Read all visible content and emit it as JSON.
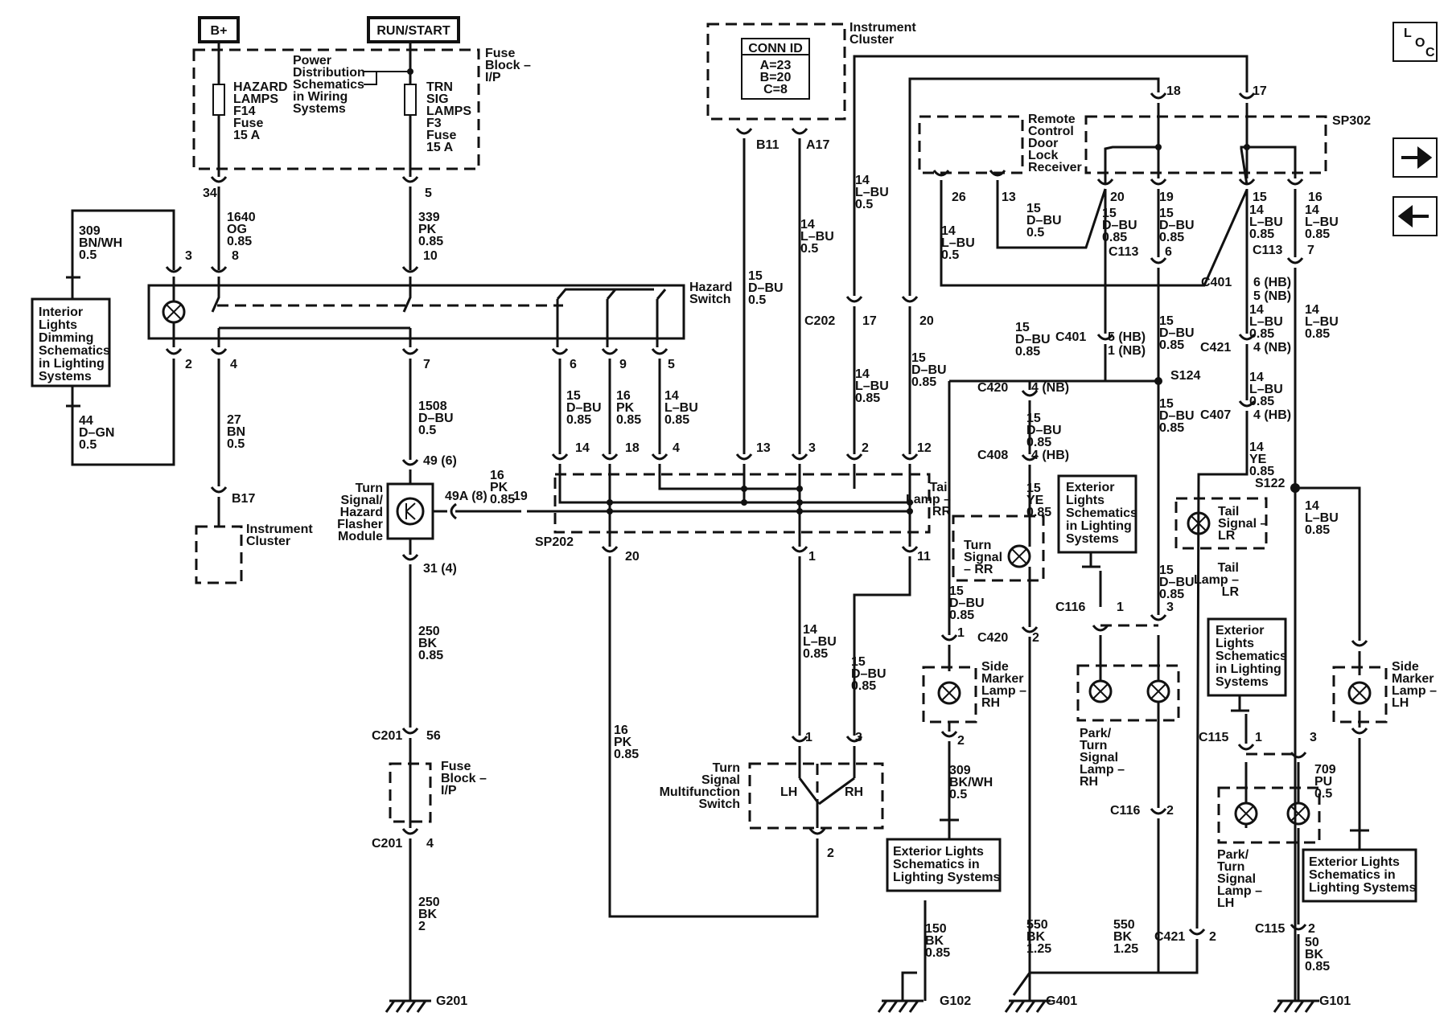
{
  "power": {
    "bplus": "B+",
    "run_start": "RUN/START"
  },
  "fuse_block": {
    "title": [
      "Fuse",
      "Block –",
      "I/P"
    ],
    "hazard_fuse": [
      "HAZARD",
      "LAMPS",
      "F14",
      "Fuse",
      "15 A"
    ],
    "trn_fuse": [
      "TRN",
      "SIG",
      "LAMPS",
      "F3",
      "Fuse",
      "15 A"
    ],
    "power_dist": [
      "Power",
      "Distribution",
      "Schematics",
      "in Wiring",
      "Systems"
    ]
  },
  "instrument_cluster_top": {
    "title": [
      "Instrument",
      "Cluster"
    ],
    "conn_id": "CONN ID",
    "conn_lines": [
      "A=23",
      "B=20",
      "C=8"
    ]
  },
  "loc_icon": {
    "l": "L",
    "o": "O",
    "c": "C"
  },
  "interior_dimming": [
    "Interior",
    "Lights",
    "Dimming",
    "Schematics",
    "in Lighting",
    "Systems"
  ],
  "hazard_switch": [
    "Hazard",
    "Switch"
  ],
  "flasher": [
    "Turn",
    "Signal/",
    "Hazard",
    "Flasher",
    "Module"
  ],
  "instrument_cluster_b17": [
    "Instrument",
    "Cluster"
  ],
  "fuse_block_lower": [
    "Fuse",
    "Block –",
    "I/P"
  ],
  "turn_multifunction": {
    "title": [
      "Turn",
      "Signal",
      "Multifunction",
      "Switch"
    ],
    "lh": "LH",
    "rh": "RH"
  },
  "remote_receiver": [
    "Remote",
    "Control",
    "Door",
    "Lock",
    "Receiver"
  ],
  "sp302": "SP302",
  "tail_lamp_rr": [
    "Tail",
    "Lamp –",
    "RR"
  ],
  "turn_signal_rr": [
    "Turn",
    "Signal",
    "– RR"
  ],
  "exterior_ref": [
    "Exterior",
    "Lights",
    "Schematics",
    "in Lighting",
    "Systems"
  ],
  "tail_signal_lr": [
    "Tail",
    "Signal –",
    "LR"
  ],
  "tail_lamp_lr": [
    "Tail",
    "Lamp –",
    "LR"
  ],
  "exterior_ref_lh": [
    "Exterior",
    "Lights",
    "Schematics",
    "in Lighting",
    "Systems"
  ],
  "side_marker_rh": [
    "Side",
    "Marker",
    "Lamp –",
    "RH"
  ],
  "side_marker_lh": [
    "Side",
    "Marker",
    "Lamp –",
    "LH"
  ],
  "park_turn_rh": [
    "Park/",
    "Turn",
    "Signal",
    "Lamp –",
    "RH"
  ],
  "park_turn_lh": [
    "Park/",
    "Turn",
    "Signal",
    "Lamp –",
    "LH"
  ],
  "ext_box_bottom_rh": [
    "Exterior Lights",
    "Schematics in",
    "Lighting Systems"
  ],
  "ext_box_bottom_lh": [
    "Exterior Lights",
    "Schematics in",
    "Lighting Systems"
  ],
  "grounds": {
    "g201": "G201",
    "g102": "G102",
    "g401": "G401",
    "g101": "G101"
  },
  "splices": {
    "sp202": "SP202",
    "s124": "S124",
    "s122": "S122"
  },
  "labels": [
    [
      "34",
      252,
      245
    ],
    [
      "5",
      528,
      245
    ],
    [
      "1640",
      282,
      275
    ],
    [
      "OG",
      282,
      290
    ],
    [
      "0.85",
      282,
      305
    ],
    [
      "339",
      520,
      275
    ],
    [
      "PK",
      520,
      290
    ],
    [
      "0.85",
      520,
      305
    ],
    [
      "8",
      288,
      323
    ],
    [
      "10",
      526,
      323
    ],
    [
      "3",
      230,
      323
    ],
    [
      "309",
      98,
      292
    ],
    [
      "BN/WH",
      98,
      307
    ],
    [
      "0.5",
      98,
      322
    ],
    [
      "2",
      230,
      458
    ],
    [
      "4",
      286,
      458
    ],
    [
      "7",
      526,
      458
    ],
    [
      "44",
      98,
      528
    ],
    [
      "D–GN",
      98,
      543
    ],
    [
      "0.5",
      98,
      558
    ],
    [
      "27",
      282,
      527
    ],
    [
      "BN",
      282,
      542
    ],
    [
      "0.5",
      282,
      557
    ],
    [
      "1508",
      520,
      510
    ],
    [
      "D–BU",
      520,
      525
    ],
    [
      "0.5",
      520,
      540
    ],
    [
      "49 (6)",
      526,
      578
    ],
    [
      "B17",
      288,
      625
    ],
    [
      "49A (8)",
      553,
      622
    ],
    [
      "16",
      609,
      596
    ],
    [
      "PK",
      609,
      611
    ],
    [
      "0.85",
      609,
      626
    ],
    [
      "19",
      638,
      622
    ],
    [
      "31 (4)",
      526,
      712
    ],
    [
      "250",
      520,
      790
    ],
    [
      "BK",
      520,
      805
    ],
    [
      "0.85",
      520,
      820
    ],
    [
      "C201",
      462,
      920
    ],
    [
      "56",
      530,
      920
    ],
    [
      "C201",
      462,
      1054
    ],
    [
      "4",
      530,
      1054
    ],
    [
      "250",
      520,
      1127
    ],
    [
      "BK",
      520,
      1142
    ],
    [
      "2",
      520,
      1157
    ],
    [
      "6",
      708,
      458
    ],
    [
      "9",
      770,
      458
    ],
    [
      "5",
      830,
      458
    ],
    [
      "15",
      704,
      497
    ],
    [
      "D–BU",
      704,
      512
    ],
    [
      "0.85",
      704,
      527
    ],
    [
      "16",
      766,
      497
    ],
    [
      "PK",
      766,
      512
    ],
    [
      "0.85",
      766,
      527
    ],
    [
      "14",
      826,
      497
    ],
    [
      "L–BU",
      826,
      512
    ],
    [
      "0.85",
      826,
      527
    ],
    [
      "14",
      715,
      562
    ],
    [
      "18",
      777,
      562
    ],
    [
      "4",
      836,
      562
    ],
    [
      "13",
      940,
      562
    ],
    [
      "3",
      1005,
      562
    ],
    [
      "2",
      1071,
      562
    ],
    [
      "12",
      1140,
      562
    ],
    [
      "20",
      777,
      697
    ],
    [
      "1",
      1005,
      697
    ],
    [
      "11",
      1140,
      697
    ],
    [
      "SP202",
      665,
      679
    ],
    [
      "B11",
      940,
      185
    ],
    [
      "A17",
      1002,
      185
    ],
    [
      "15",
      930,
      348
    ],
    [
      "D–BU",
      930,
      363
    ],
    [
      "0.5",
      930,
      378
    ],
    [
      "14",
      995,
      284
    ],
    [
      "L–BU",
      995,
      299
    ],
    [
      "0.5",
      995,
      314
    ],
    [
      "14",
      1063,
      229
    ],
    [
      "L–BU",
      1063,
      244
    ],
    [
      "0.5",
      1063,
      259
    ],
    [
      "C202",
      1000,
      404
    ],
    [
      "17",
      1072,
      404
    ],
    [
      "20",
      1143,
      404
    ],
    [
      "15",
      1133,
      450
    ],
    [
      "D–BU",
      1133,
      465
    ],
    [
      "0.85",
      1133,
      480
    ],
    [
      "14",
      1063,
      470
    ],
    [
      "L–BU",
      1063,
      485
    ],
    [
      "0.85",
      1063,
      500
    ],
    [
      "14",
      998,
      788
    ],
    [
      "L–BU",
      998,
      803
    ],
    [
      "0.85",
      998,
      818
    ],
    [
      "15",
      1058,
      828
    ],
    [
      "D–BU",
      1058,
      843
    ],
    [
      "0.85",
      1058,
      858
    ],
    [
      "16",
      763,
      913
    ],
    [
      "PK",
      763,
      928
    ],
    [
      "0.85",
      763,
      943
    ],
    [
      "1",
      1001,
      922
    ],
    [
      "3",
      1063,
      922
    ],
    [
      "2",
      1028,
      1066
    ],
    [
      "18",
      1450,
      118
    ],
    [
      "17",
      1557,
      118
    ],
    [
      "26",
      1183,
      250
    ],
    [
      "13",
      1245,
      250
    ],
    [
      "20",
      1380,
      250
    ],
    [
      "19",
      1441,
      250
    ],
    [
      "15",
      1557,
      250
    ],
    [
      "16",
      1626,
      250
    ],
    [
      "15",
      1276,
      264
    ],
    [
      "D–BU",
      1276,
      279
    ],
    [
      "0.5",
      1276,
      294
    ],
    [
      "14",
      1170,
      292
    ],
    [
      "L–BU",
      1170,
      307
    ],
    [
      "0.5",
      1170,
      322
    ],
    [
      "15",
      1370,
      270
    ],
    [
      "D–BU",
      1370,
      285
    ],
    [
      "0.85",
      1370,
      300
    ],
    [
      "15",
      1441,
      270
    ],
    [
      "D–BU",
      1441,
      285
    ],
    [
      "0.85",
      1441,
      300
    ],
    [
      "14",
      1553,
      266
    ],
    [
      "L–BU",
      1553,
      281
    ],
    [
      "0.85",
      1553,
      296
    ],
    [
      "14",
      1622,
      266
    ],
    [
      "L–BU",
      1622,
      281
    ],
    [
      "0.85",
      1622,
      296
    ],
    [
      "C113",
      1378,
      318
    ],
    [
      "6",
      1448,
      318
    ],
    [
      "C113",
      1557,
      316
    ],
    [
      "7",
      1625,
      316
    ],
    [
      "C401",
      1493,
      356
    ],
    [
      "6 (HB)",
      1558,
      356
    ],
    [
      "5 (NB)",
      1558,
      373
    ],
    [
      "15",
      1262,
      412
    ],
    [
      "D–BU",
      1262,
      427
    ],
    [
      "0.85",
      1262,
      442
    ],
    [
      "C401",
      1312,
      424
    ],
    [
      "5 (HB)",
      1377,
      424
    ],
    [
      "1 (NB)",
      1377,
      441
    ],
    [
      "15",
      1441,
      404
    ],
    [
      "D–BU",
      1441,
      419
    ],
    [
      "0.85",
      1441,
      434
    ],
    [
      "14",
      1553,
      390
    ],
    [
      "L–BU",
      1553,
      405
    ],
    [
      "0.85",
      1553,
      420
    ],
    [
      "14",
      1622,
      390
    ],
    [
      "L–BU",
      1622,
      405
    ],
    [
      "0.85",
      1622,
      420
    ],
    [
      "C421",
      1492,
      437
    ],
    [
      "4 (NB)",
      1558,
      437
    ],
    [
      "S124",
      1455,
      472
    ],
    [
      "C420",
      1215,
      487
    ],
    [
      "4 (NB)",
      1282,
      487
    ],
    [
      "15",
      1441,
      507
    ],
    [
      "D–BU",
      1441,
      522
    ],
    [
      "0.85",
      1441,
      537
    ],
    [
      "14",
      1553,
      474
    ],
    [
      "L–BU",
      1553,
      489
    ],
    [
      "0.85",
      1553,
      504
    ],
    [
      "C407",
      1492,
      521
    ],
    [
      "4 (HB)",
      1558,
      521
    ],
    [
      "15",
      1276,
      525
    ],
    [
      "D–BU",
      1276,
      540
    ],
    [
      "0.85",
      1276,
      555
    ],
    [
      "C408",
      1215,
      571
    ],
    [
      "4 (HB)",
      1282,
      571
    ],
    [
      "14",
      1553,
      561
    ],
    [
      "YE",
      1553,
      576
    ],
    [
      "0.85",
      1553,
      591
    ],
    [
      "15",
      1276,
      612
    ],
    [
      "YE",
      1276,
      627
    ],
    [
      "0.85",
      1276,
      642
    ],
    [
      "S122",
      1560,
      606
    ],
    [
      "14",
      1622,
      634
    ],
    [
      "L–BU",
      1622,
      649
    ],
    [
      "0.85",
      1622,
      664
    ],
    [
      "15",
      1441,
      714
    ],
    [
      "D–BU",
      1441,
      729
    ],
    [
      "0.85",
      1441,
      744
    ],
    [
      "15",
      1180,
      740
    ],
    [
      "D–BU",
      1180,
      755
    ],
    [
      "0.85",
      1180,
      770
    ],
    [
      "C116",
      1312,
      760
    ],
    [
      "1",
      1388,
      760
    ],
    [
      "3",
      1450,
      760
    ],
    [
      "1",
      1190,
      792
    ],
    [
      "C420",
      1215,
      798
    ],
    [
      "2",
      1283,
      798
    ],
    [
      "2",
      1190,
      926
    ],
    [
      "309",
      1180,
      963
    ],
    [
      "BK/WH",
      1180,
      978
    ],
    [
      "0.5",
      1180,
      993
    ],
    [
      "C116",
      1380,
      1013
    ],
    [
      "2",
      1450,
      1013
    ],
    [
      "C115",
      1490,
      922
    ],
    [
      "1",
      1560,
      922
    ],
    [
      "3",
      1628,
      922
    ],
    [
      "709",
      1634,
      962
    ],
    [
      "PU",
      1634,
      977
    ],
    [
      "0.5",
      1634,
      992
    ],
    [
      "150",
      1150,
      1160
    ],
    [
      "BK",
      1150,
      1175
    ],
    [
      "0.85",
      1150,
      1190
    ],
    [
      "550",
      1276,
      1155
    ],
    [
      "BK",
      1276,
      1170
    ],
    [
      "1.25",
      1276,
      1185
    ],
    [
      "550",
      1384,
      1155
    ],
    [
      "BK",
      1384,
      1170
    ],
    [
      "1.25",
      1384,
      1185
    ],
    [
      "C421",
      1435,
      1170
    ],
    [
      "2",
      1503,
      1170
    ],
    [
      "C115",
      1560,
      1160
    ],
    [
      "2",
      1626,
      1160
    ],
    [
      "50",
      1622,
      1177
    ],
    [
      "BK",
      1622,
      1192
    ],
    [
      "0.85",
      1622,
      1207
    ]
  ]
}
